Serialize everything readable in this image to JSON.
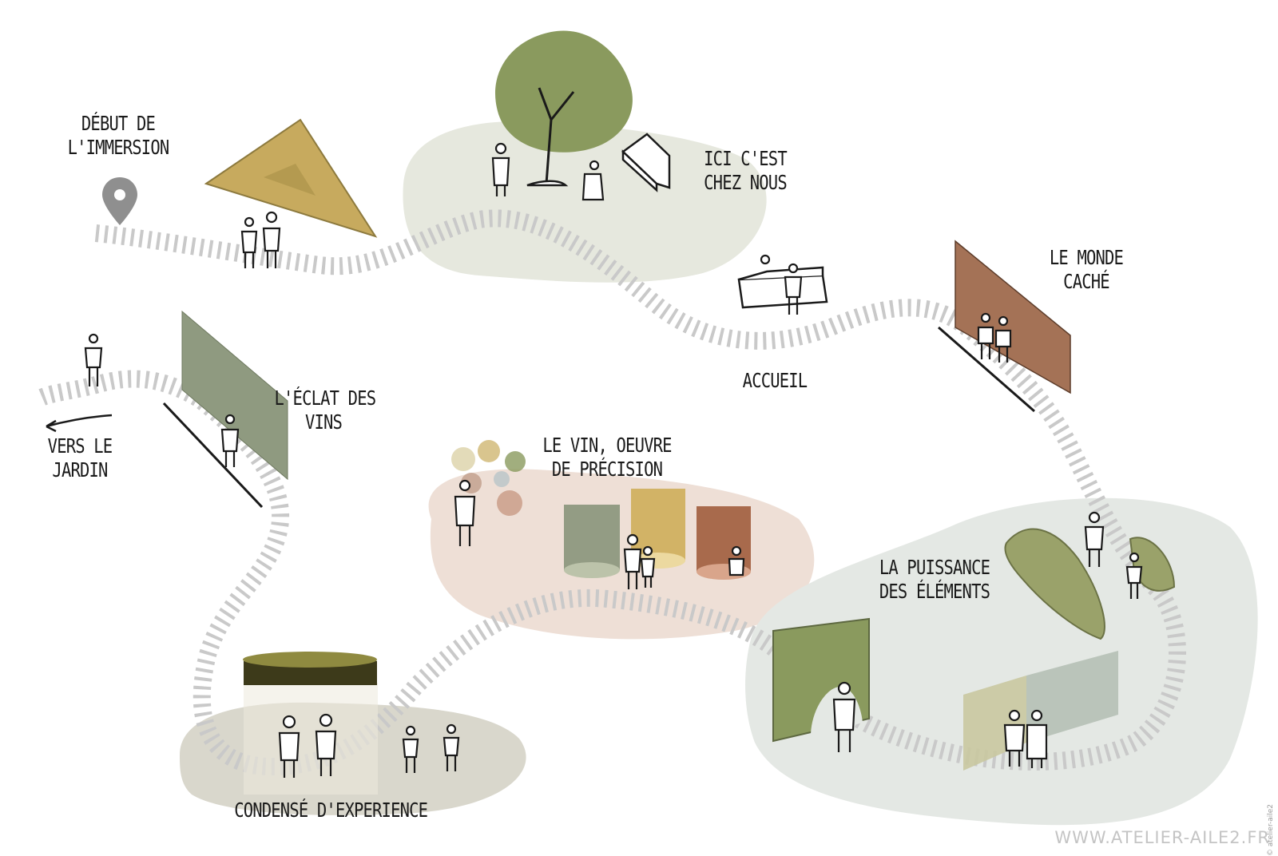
{
  "stops": [
    {
      "id": "debut",
      "lines": [
        "DÉBUT DE",
        "L'IMMERSION"
      ]
    },
    {
      "id": "chez-nous",
      "lines": [
        "ICI C'EST",
        "CHEZ NOUS"
      ]
    },
    {
      "id": "accueil",
      "lines": [
        "ACCUEIL"
      ]
    },
    {
      "id": "monde-cache",
      "lines": [
        "LE MONDE",
        "CACHÉ"
      ]
    },
    {
      "id": "eclat",
      "lines": [
        "L'ÉCLAT DES",
        "VINS"
      ]
    },
    {
      "id": "jardin",
      "lines": [
        "VERS LE",
        "JARDIN"
      ]
    },
    {
      "id": "precision",
      "lines": [
        "LE VIN, OEUVRE",
        "DE PRÉCISION"
      ]
    },
    {
      "id": "puissance",
      "lines": [
        "LA PUISSANCE",
        "DES ÉLÉMENTS"
      ]
    },
    {
      "id": "condense",
      "lines": [
        "CONDENSÉ D'EXPERIENCE"
      ]
    }
  ],
  "footer": {
    "website": "WWW.ATELIER-AILE2.FR",
    "copyright": "© atelier-aile2"
  },
  "colors": {
    "path": "#c9c9c9",
    "olive": "#8a9a5e",
    "ochre": "#c9ad5e",
    "terracotta": "#a86a4c",
    "sage": "#e6e8de",
    "rose": "#eddcd3",
    "pale-blue": "#e4e8e4",
    "taupe": "#d9d7cc",
    "dark-olive": "#3d3a1a"
  }
}
